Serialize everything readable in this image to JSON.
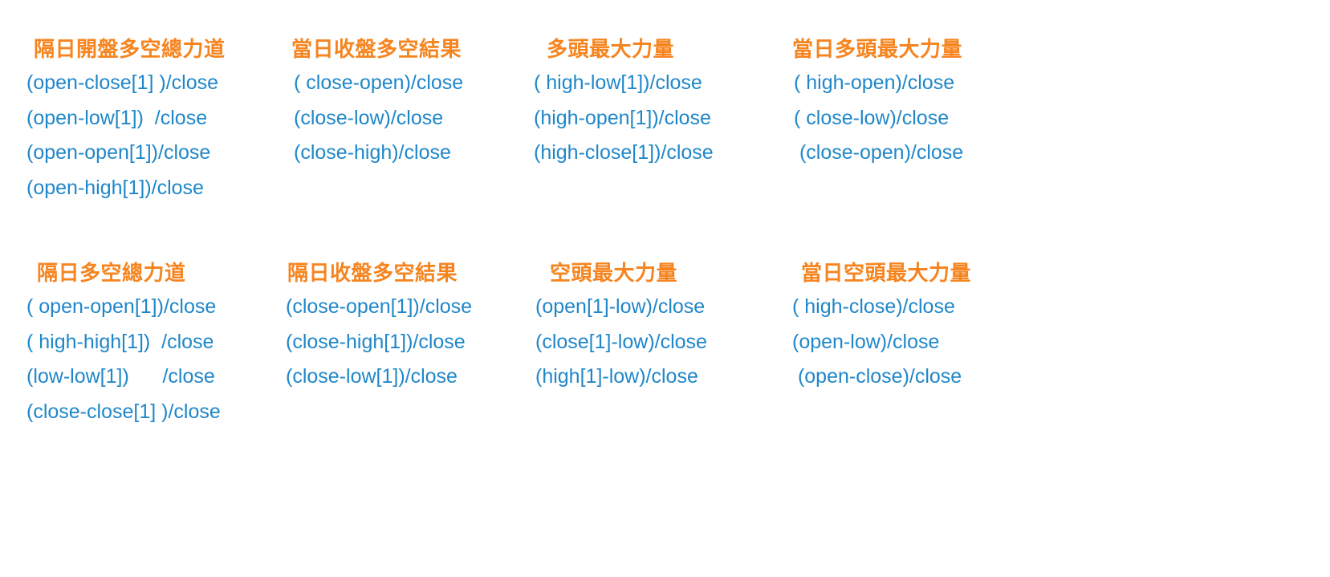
{
  "page": {
    "background": "#ffffff",
    "heading_color": "#f6841f",
    "formula_color": "#1f87c9",
    "title": "隔日開盤多空總力道"
  },
  "blocks": [
    {
      "id": "next-day-open-long-short-total-force",
      "heading": "隔日開盤多空總力道",
      "formulas": [
        "(open-close[1] )/close",
        "(open-low[1])  /close",
        "(open-open[1])/close",
        "(open-high[1])/close"
      ]
    },
    {
      "id": "same-day-close-long-short-result",
      "heading": "當日收盤多空結果",
      "formulas": [
        "( close-open)/close",
        "(close-low)/close",
        "(close-high)/close"
      ]
    },
    {
      "id": "long-max-strength",
      "heading": "多頭最大力量",
      "formulas": [
        "( high-low[1])/close",
        "(high-open[1])/close",
        "(high-close[1])/close"
      ]
    },
    {
      "id": "same-day-long-max-strength",
      "heading": "當日多頭最大力量",
      "formulas": [
        "( high-open)/close",
        "( close-low)/close",
        " (close-open)/close"
      ]
    },
    {
      "id": "next-day-long-short-total-force",
      "heading": "隔日多空總力道",
      "formulas": [
        "( open-open[1])/close",
        "( high-high[1])  /close",
        "(low-low[1])      /close",
        "(close-close[1] )/close"
      ]
    },
    {
      "id": "next-day-close-long-short-result",
      "heading": "隔日收盤多空結果",
      "formulas": [
        "(close-open[1])/close",
        "(close-high[1])/close",
        "(close-low[1])/close"
      ]
    },
    {
      "id": "short-max-strength",
      "heading": "空頭最大力量",
      "formulas": [
        "(open[1]-low)/close",
        "(close[1]-low)/close",
        "(high[1]-low)/close"
      ]
    },
    {
      "id": "same-day-short-max-strength",
      "heading": "當日空頭最大力量",
      "formulas": [
        "( high-close)/close",
        "(open-low)/close",
        " (open-close)/close"
      ]
    }
  ]
}
